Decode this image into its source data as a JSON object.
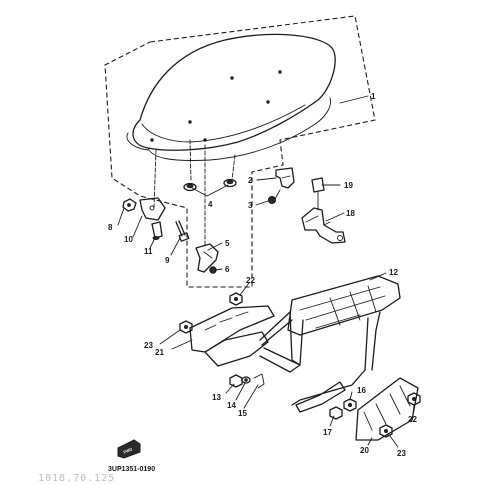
{
  "diagram": {
    "callouts": [
      {
        "id": "1",
        "label": "1"
      },
      {
        "id": "2",
        "label": "2"
      },
      {
        "id": "3",
        "label": "3"
      },
      {
        "id": "4",
        "label": "4"
      },
      {
        "id": "5",
        "label": "5"
      },
      {
        "id": "6",
        "label": "6"
      },
      {
        "id": "8",
        "label": "8"
      },
      {
        "id": "9",
        "label": "9"
      },
      {
        "id": "10",
        "label": "10"
      },
      {
        "id": "11",
        "label": "11"
      },
      {
        "id": "12",
        "label": "12"
      },
      {
        "id": "13",
        "label": "13"
      },
      {
        "id": "14",
        "label": "14"
      },
      {
        "id": "15",
        "label": "15"
      },
      {
        "id": "16",
        "label": "16"
      },
      {
        "id": "17",
        "label": "17"
      },
      {
        "id": "18",
        "label": "18"
      },
      {
        "id": "19",
        "label": "19"
      },
      {
        "id": "20",
        "label": "20"
      },
      {
        "id": "21",
        "label": "21"
      },
      {
        "id": "22a",
        "label": "22"
      },
      {
        "id": "22b",
        "label": "22"
      },
      {
        "id": "23a",
        "label": "23"
      },
      {
        "id": "23b",
        "label": "23"
      }
    ],
    "drawing_code": "3UP1351-0190",
    "fwd_mark": "FWD",
    "watermark": "1018.70.125"
  }
}
